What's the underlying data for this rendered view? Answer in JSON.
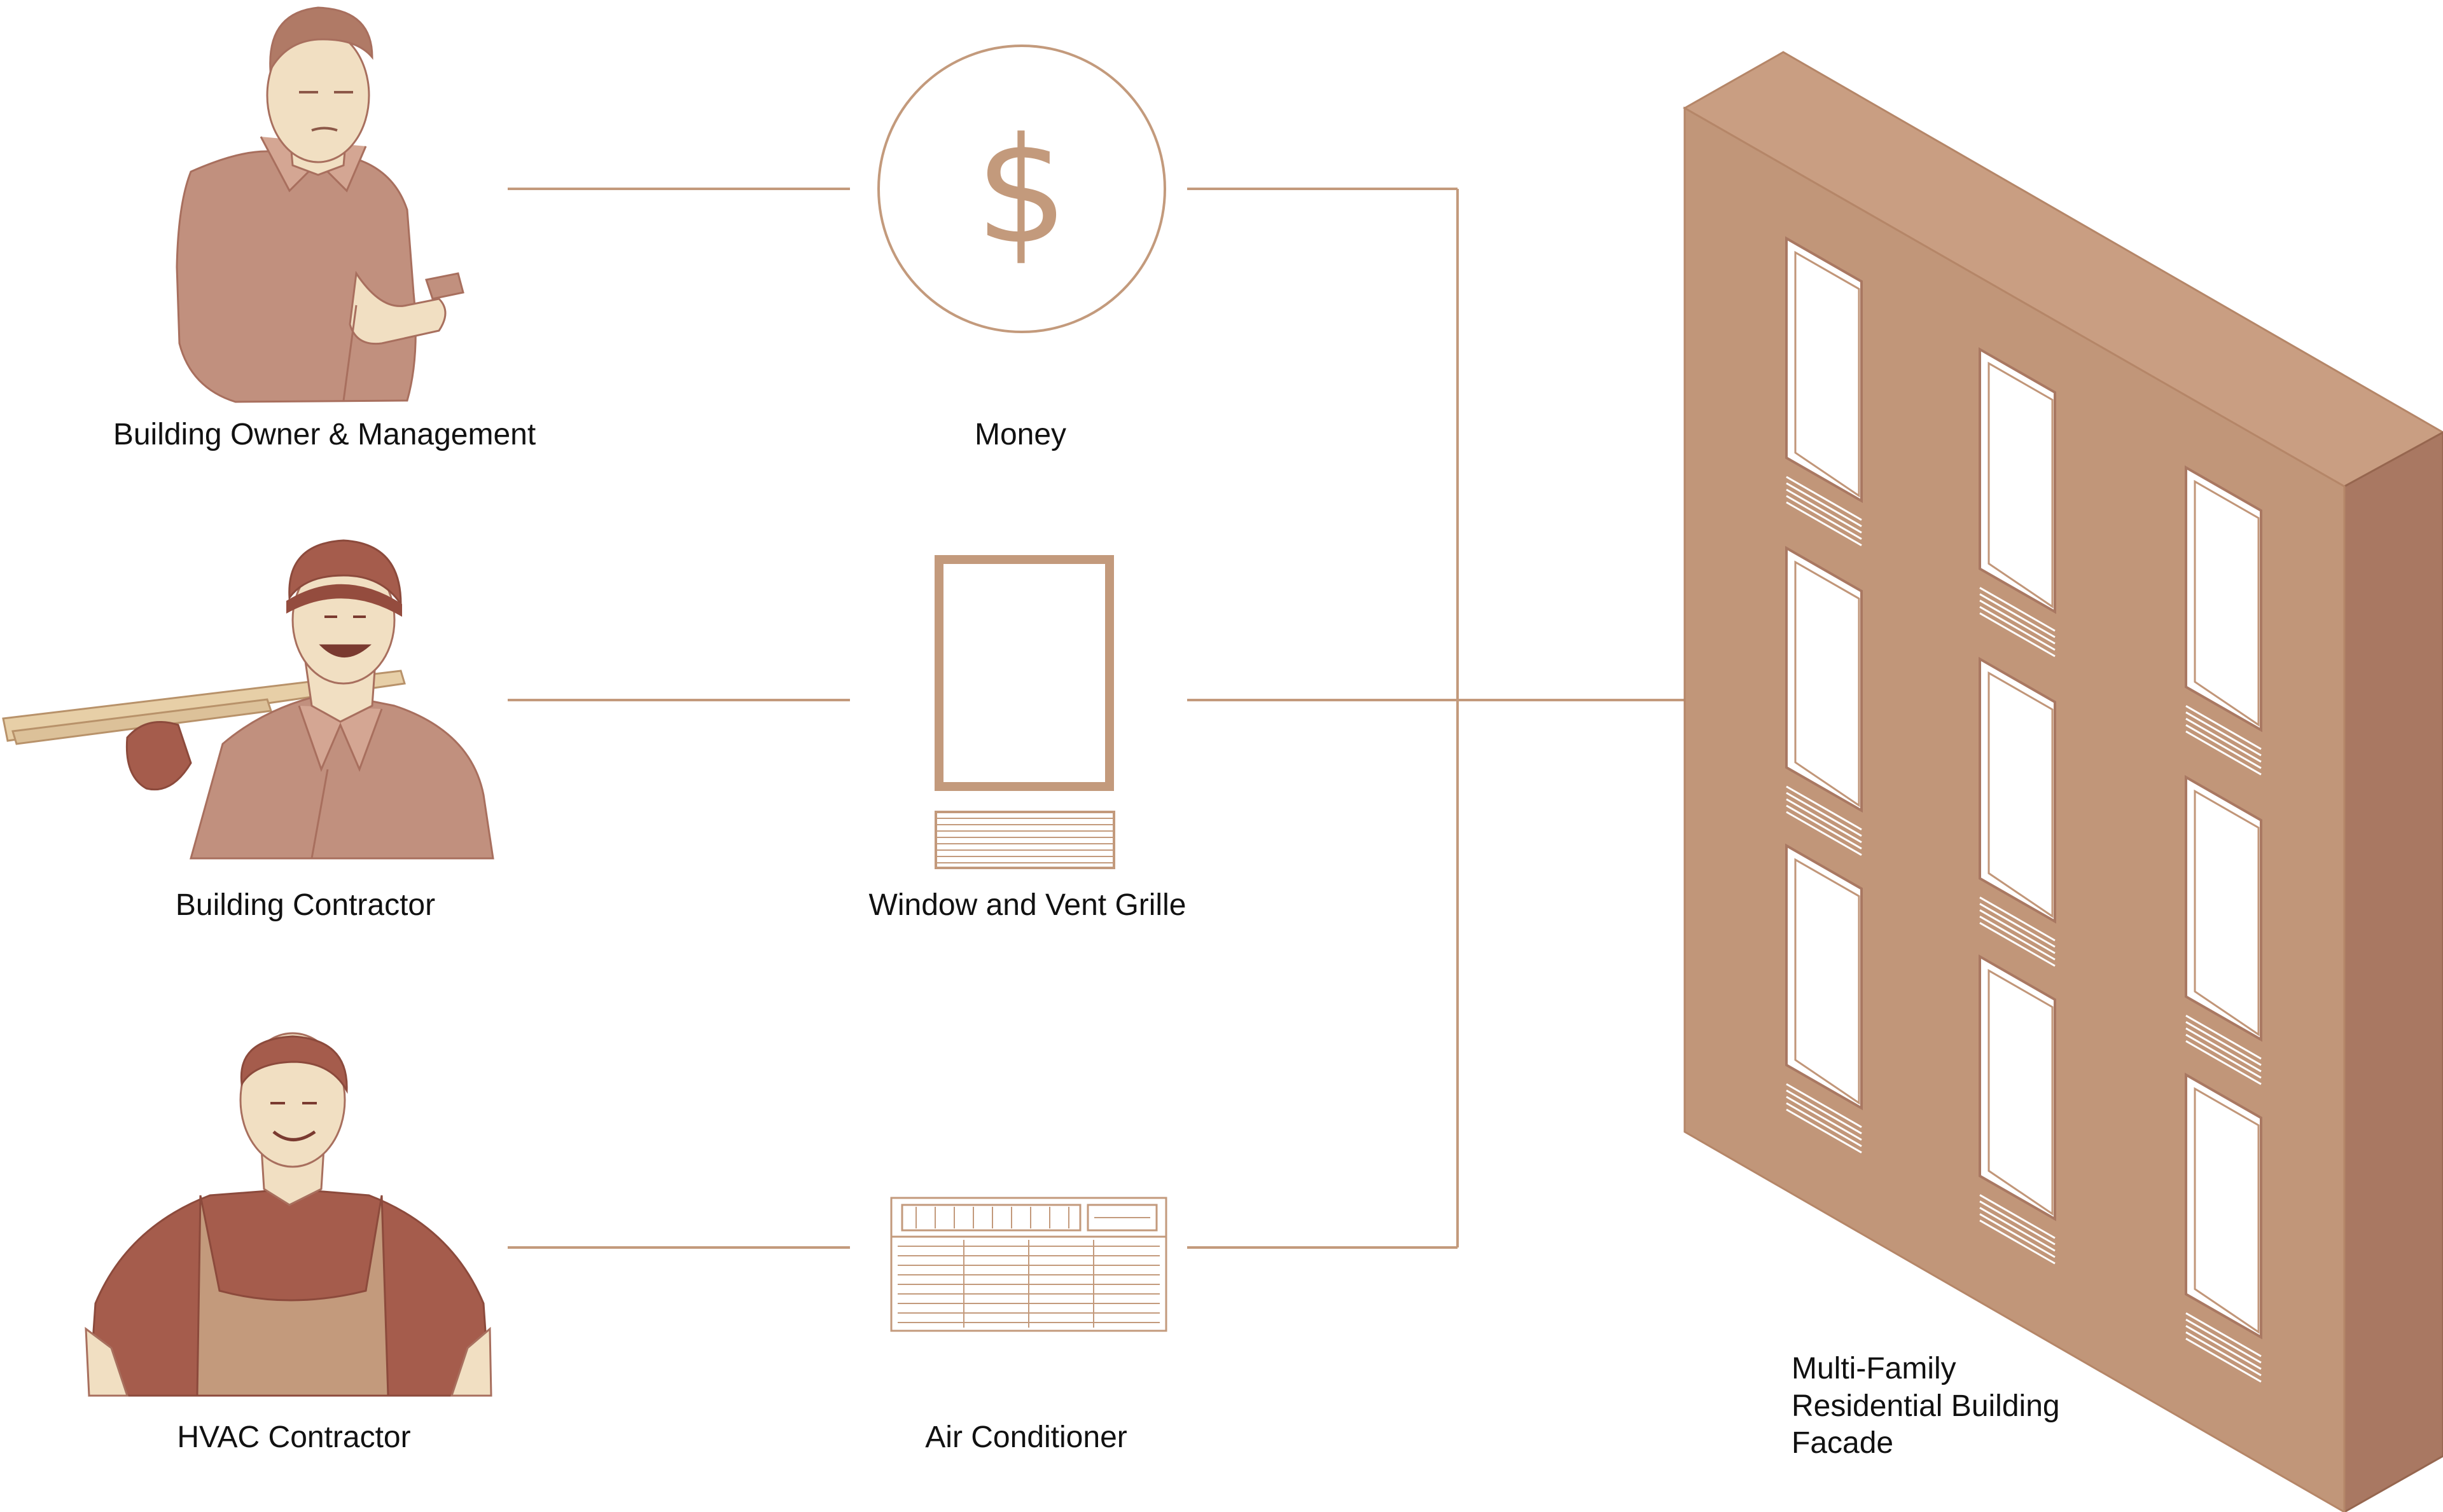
{
  "colors": {
    "accent": "#c39a7c",
    "accent_dark": "#a97862",
    "shirt_red": "#a55c4c",
    "skin": "#f1dfc2",
    "wood": "#e7cfa7",
    "text": "#111111",
    "background": "#ffffff"
  },
  "actors": [
    {
      "label": "Building Owner & Management",
      "icon": "building-owner-icon"
    },
    {
      "label": "Building Contractor",
      "icon": "building-contractor-icon"
    },
    {
      "label": "HVAC Contractor",
      "icon": "hvac-contractor-icon"
    }
  ],
  "items": [
    {
      "label": "Money",
      "icon": "dollar-icon"
    },
    {
      "label": "Window and Vent Grille",
      "icon": "window-vent-grille-icon"
    },
    {
      "label": "Air Conditioner",
      "icon": "air-conditioner-icon"
    }
  ],
  "facade": {
    "label_lines": [
      "Multi-Family",
      "Residential Building",
      "Facade"
    ],
    "icon": "building-facade-icon"
  },
  "money_symbol": "$"
}
